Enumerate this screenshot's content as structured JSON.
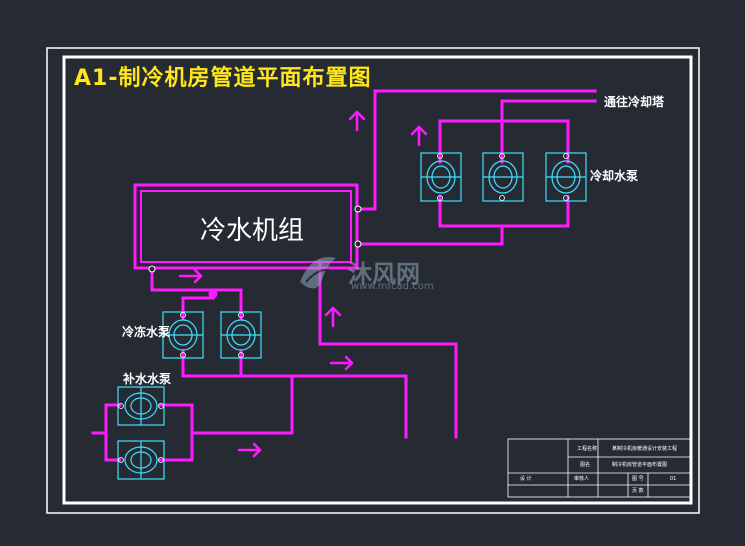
{
  "title": "A1-制冷机房管道平面布置图",
  "labels": {
    "chiller": "冷水机组",
    "to_cooling_tower": "通往冷却塔",
    "cooling_pump": "冷却水泵",
    "chilled_pump": "冷冻水泵",
    "makeup_pump": "补水水泵"
  },
  "watermark": {
    "name": "沐风网",
    "url": "www.mfcad.com"
  },
  "title_block": {
    "project_name_label": "工程名称",
    "project_name_value": "某制冷机房暖通设计安装工程",
    "drawing_label": "图名",
    "drawing_value": "制冷机房管道平面布置图",
    "designer_label": "设 计",
    "checker_label": "审核人",
    "drawing_no_label": "图 号",
    "drawing_no_value": "01",
    "sheet_label": "页 数"
  },
  "colors": {
    "pipe": "#ff1aff",
    "equipment": "#40e0ff",
    "title": "#ffe61a",
    "border": "#ffffff",
    "background": "#252a33"
  }
}
